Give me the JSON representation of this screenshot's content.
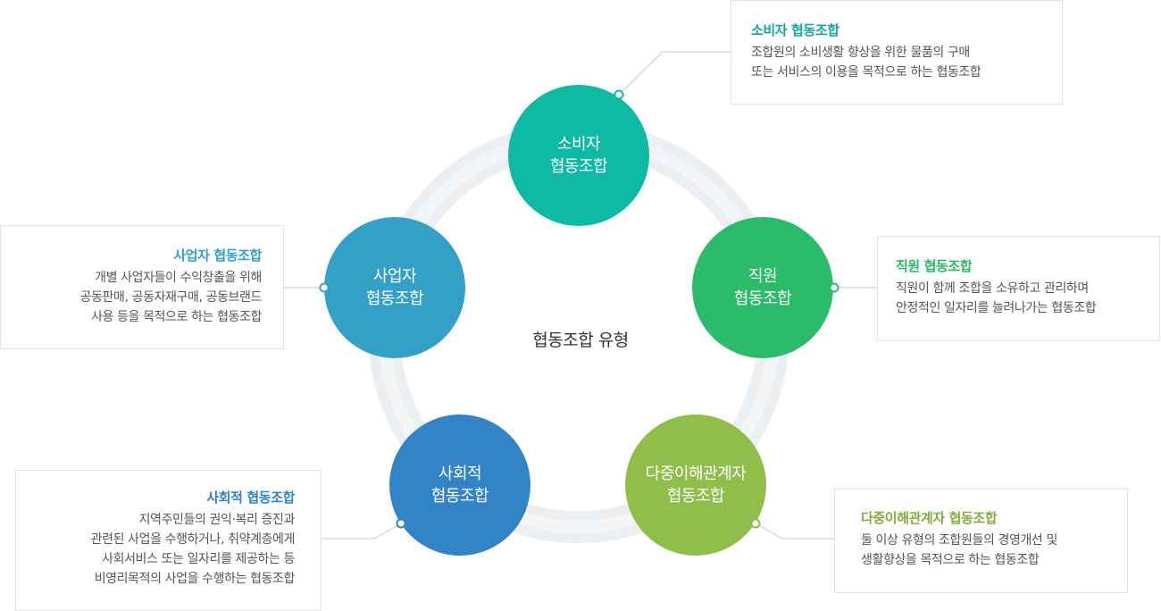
{
  "center_label": "협동조합 유형",
  "colors": {
    "consumer": "#0fbaa4",
    "worker": "#2bbb6b",
    "multi": "#8fbe4a",
    "social": "#3384c6",
    "business": "#33a0c8",
    "ring_outer": "#eceff2",
    "ring_inner": "#f5f5f5",
    "connector": "#c8c8c8"
  },
  "nodes": {
    "consumer": {
      "line1": "소비자",
      "line2": "협동조합"
    },
    "worker": {
      "line1": "직원",
      "line2": "협동조합"
    },
    "multi": {
      "line1": "다중이해관계자",
      "line2": "협동조합"
    },
    "social": {
      "line1": "사회적",
      "line2": "협동조합"
    },
    "business": {
      "line1": "사업자",
      "line2": "협동조합"
    }
  },
  "descriptions": {
    "consumer": {
      "title": "소비자 협동조합",
      "lines": [
        "조합원의 소비생활 향상을 위한 물품의 구매",
        "또는 서비스의 이용을 목적으로 하는 협동조합"
      ]
    },
    "worker": {
      "title": "직원 협동조합",
      "lines": [
        "직원이 함께 조합을 소유하고 관리하며",
        "안정적인 일자리를 늘려나가는 협동조합"
      ]
    },
    "multi": {
      "title": "다중이해관계자 협동조합",
      "lines": [
        "둘 이상 유형의 조합원들의 경영개선 및",
        "생활향상을 목적으로 하는 협동조합"
      ]
    },
    "social": {
      "title": "사회적 협동조합",
      "lines": [
        "지역주민들의 권익·복리 증진과",
        "관련된 사업을 수행하거나, 취약계층에게",
        "사회서비스 또는 일자리를 제공하는 등",
        "비영리목적의 사업을 수행하는 협동조합"
      ]
    },
    "business": {
      "title": "사업자 협동조합",
      "lines": [
        "개별 사업자들이 수익창출을 위해",
        "공동판매, 공동자재구매, 공동브랜드",
        "사용 등을 목적으로 하는 협동조합"
      ]
    }
  }
}
